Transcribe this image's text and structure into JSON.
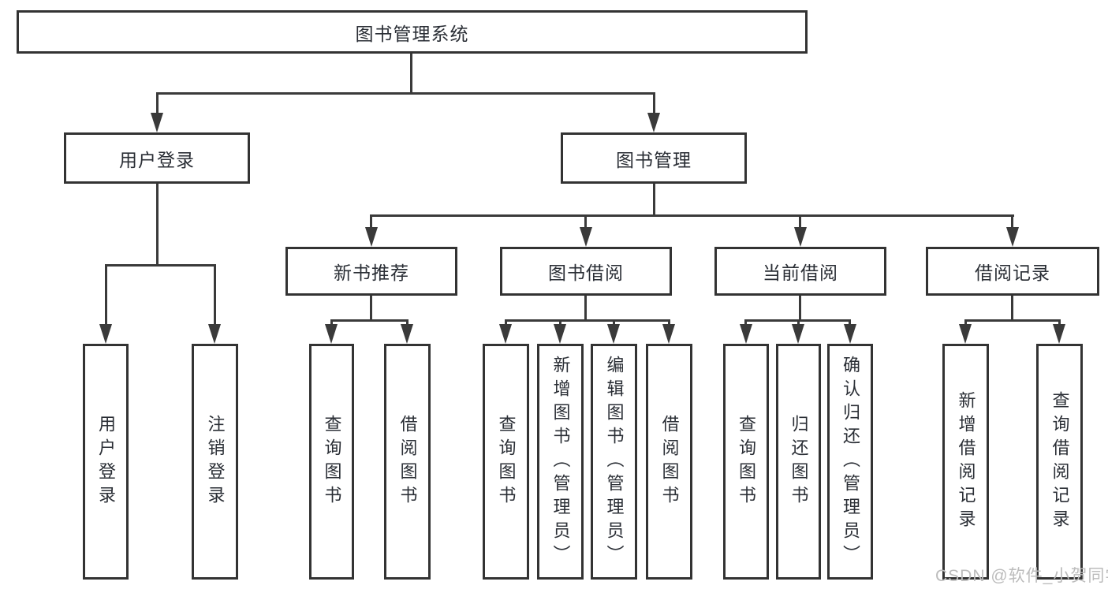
{
  "diagram": {
    "root": {
      "label": "图书管理系统"
    },
    "level2": {
      "user_login": {
        "label": "用户登录"
      },
      "book_management": {
        "label": "图书管理"
      }
    },
    "level3": {
      "new_book_recommend": {
        "label": "新书推荐"
      },
      "book_borrow": {
        "label": "图书借阅"
      },
      "current_borrow": {
        "label": "当前借阅"
      },
      "borrow_record": {
        "label": "借阅记录"
      }
    },
    "leaves": {
      "login_user_login": {
        "label": "用户登录"
      },
      "login_logout": {
        "label": "注销登录"
      },
      "recommend_query_book": {
        "label": "查询图书"
      },
      "recommend_borrow_book": {
        "label": "借阅图书"
      },
      "borrow_query_book": {
        "label": "查询图书"
      },
      "borrow_add_book_admin": {
        "label": "新增图书（管理员）"
      },
      "borrow_edit_book_admin": {
        "label": "编辑图书（管理员）"
      },
      "borrow_borrow_book": {
        "label": "借阅图书"
      },
      "current_query_book": {
        "label": "查询图书"
      },
      "current_return_book": {
        "label": "归还图书"
      },
      "current_confirm_return_admin": {
        "label": "确认归还（管理员）"
      },
      "record_add_borrow_record": {
        "label": "新增借阅记录"
      },
      "record_query_borrow_record": {
        "label": "查询借阅记录"
      }
    },
    "watermark": "CSDN @软件_小贺同学",
    "colors": {
      "line": "#3a3a3a",
      "border": "#333333",
      "text": "#2a2e35",
      "watermark": "#bcbcbc",
      "background": "#ffffff"
    }
  }
}
